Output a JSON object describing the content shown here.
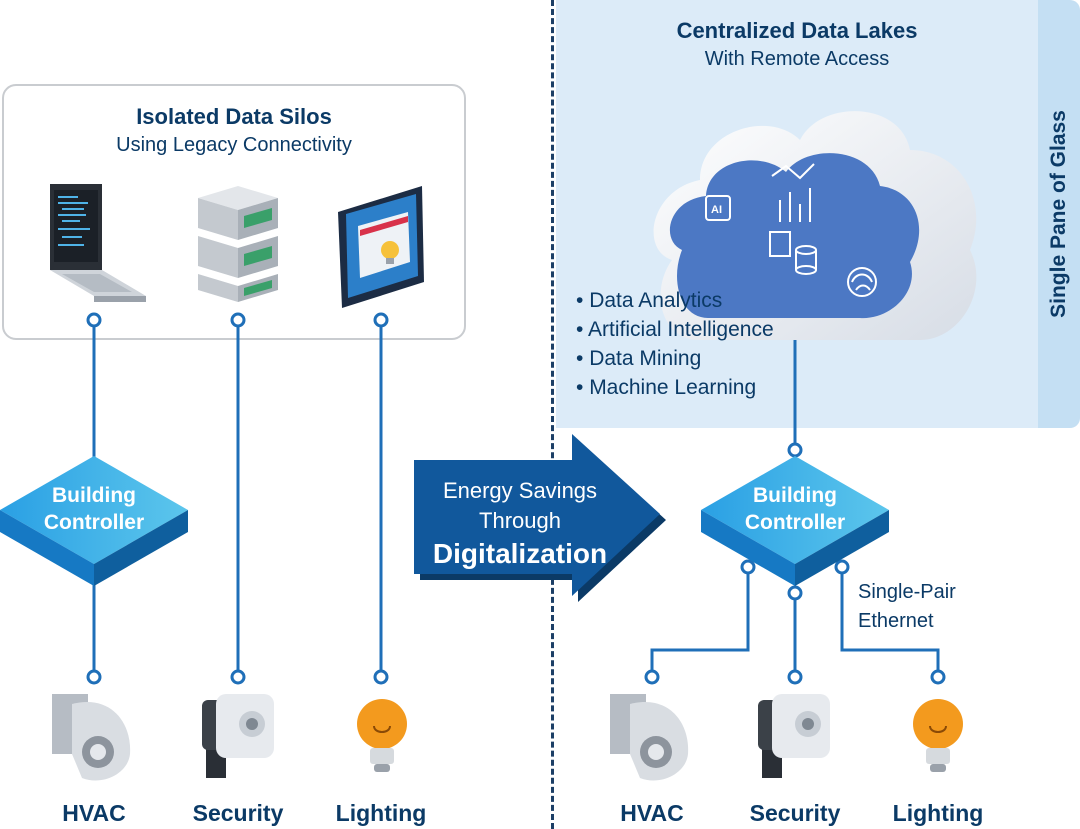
{
  "left": {
    "title": "Isolated Data Silos",
    "subtitle": "Using Legacy Connectivity",
    "controller_line1": "Building",
    "controller_line2": "Controller",
    "devices": [
      {
        "label": "HVAC",
        "icon": "hvac-blower-icon"
      },
      {
        "label": "Security",
        "icon": "security-camera-icon"
      },
      {
        "label": "Lighting",
        "icon": "light-bulb-icon"
      }
    ],
    "silo_icons": [
      "laptop-icon",
      "server-rack-icon",
      "tablet-icon"
    ]
  },
  "center": {
    "line1": "Energy Savings",
    "line2": "Through",
    "line3": "Digitalization"
  },
  "right": {
    "title": "Centralized Data Lakes",
    "subtitle": "With Remote Access",
    "side_label": "Single Pane of Glass",
    "bullets": [
      "Data Analytics",
      "Artificial Intelligence",
      "Data Mining",
      "Machine Learning"
    ],
    "cloud_icons": [
      "ai-chip-icon",
      "chart-icon",
      "database-icon",
      "brain-icon"
    ],
    "controller_line1": "Building",
    "controller_line2": "Controller",
    "network_line1": "Single-Pair",
    "network_line2": "Ethernet",
    "devices": [
      {
        "label": "HVAC",
        "icon": "hvac-blower-icon"
      },
      {
        "label": "Security",
        "icon": "security-camera-icon"
      },
      {
        "label": "Lighting",
        "icon": "light-bulb-icon"
      }
    ]
  },
  "colors": {
    "navy": "#0b3a66",
    "link_blue": "#1f6fb8",
    "controller_blue": "#2b9ee0",
    "arrow_navy": "#0d4a84",
    "panel_light": "#dcebf8",
    "bulb_orange": "#f39a1e"
  }
}
